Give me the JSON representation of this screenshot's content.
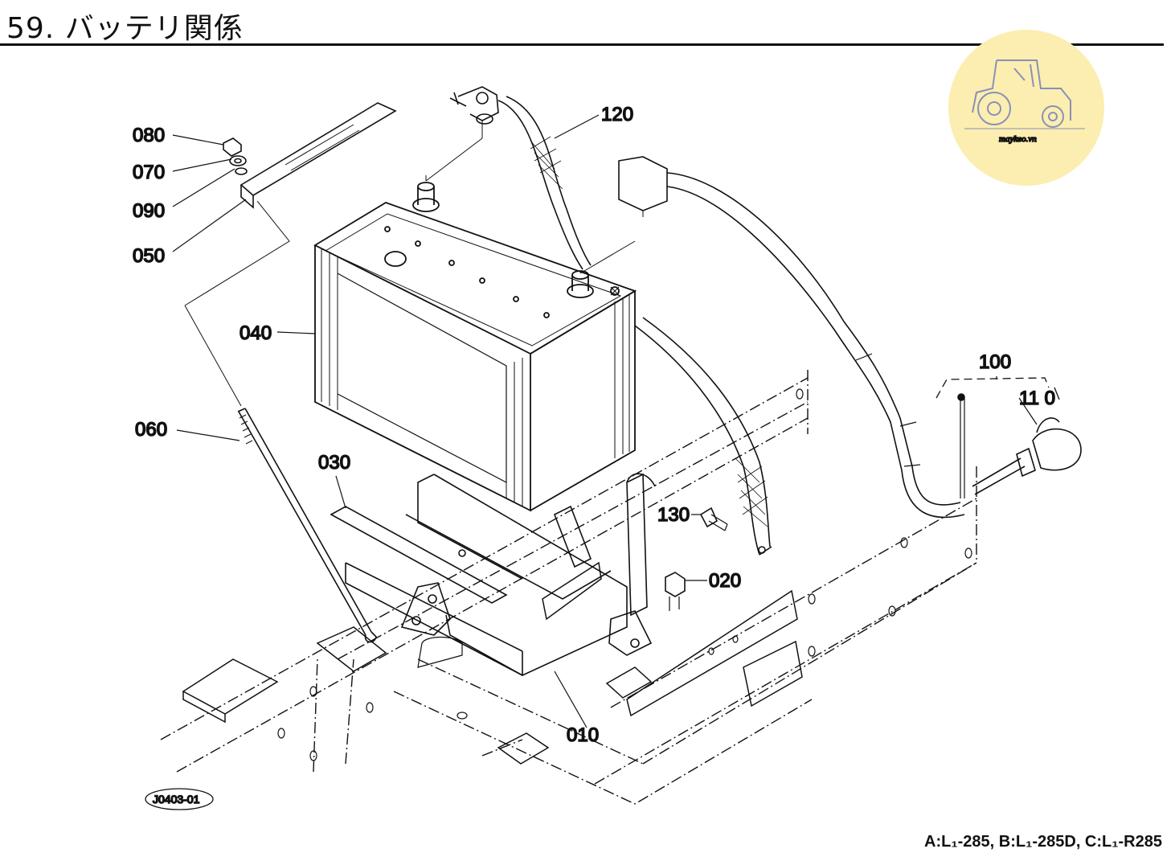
{
  "header": {
    "title": "59. バッテリ関係"
  },
  "parts": [
    {
      "id": "p080",
      "label": "080"
    },
    {
      "id": "p070",
      "label": "070"
    },
    {
      "id": "p090",
      "label": "090"
    },
    {
      "id": "p050",
      "label": "050"
    },
    {
      "id": "p040",
      "label": "040"
    },
    {
      "id": "p060",
      "label": "060"
    },
    {
      "id": "p030",
      "label": "030"
    },
    {
      "id": "p120",
      "label": "120"
    },
    {
      "id": "p100",
      "label": "100"
    },
    {
      "id": "p110",
      "label": "11 0"
    },
    {
      "id": "p130",
      "label": "130"
    },
    {
      "id": "p020",
      "label": "020"
    },
    {
      "id": "p010",
      "label": "010"
    }
  ],
  "drawing_code": "J0403-01",
  "watermark": {
    "text": "maykeo.vn",
    "fill": "#fbeeb0",
    "ink": "#8a90b8"
  },
  "footer": {
    "models": "A:L₁-285, B:L₁-285D, C:L₁-R285"
  }
}
